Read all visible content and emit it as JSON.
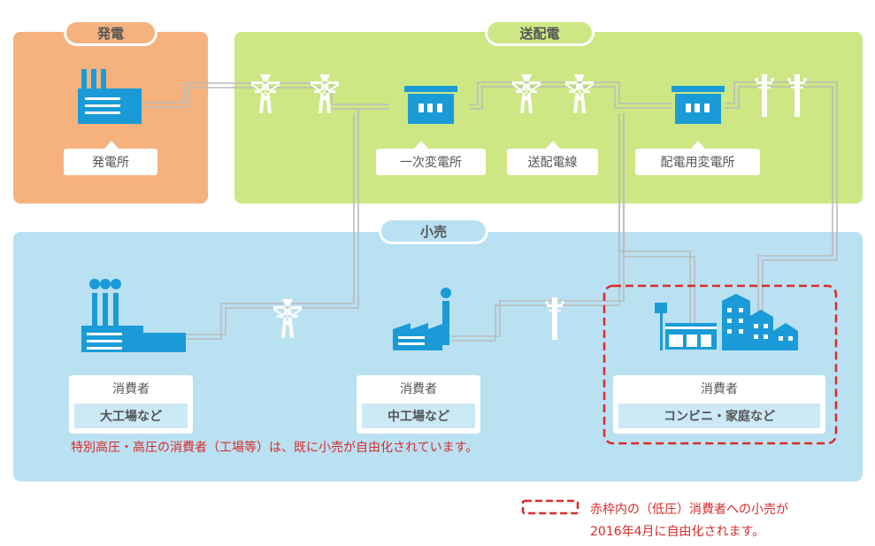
{
  "sections": {
    "generation": "発電",
    "transmission": "送配電",
    "retail": "小売"
  },
  "facilities": {
    "power_plant": "発電所",
    "primary_substation": "一次変電所",
    "transmission_line": "送配電線",
    "distribution_substation": "配電用変電所"
  },
  "consumers": [
    {
      "label": "消費者",
      "type": "大工場など"
    },
    {
      "label": "消費者",
      "type": "中工場など"
    },
    {
      "label": "消費者",
      "type": "コンビニ・家庭など"
    }
  ],
  "notes": {
    "liberalized": "特別高圧・高圧の消費者（工場等）は、既に小売が自由化されています。",
    "legend_line1": "赤枠内の（低圧）消費者への小売が",
    "legend_line2": "2016年4月に自由化されます。"
  },
  "colors": {
    "generation_bg": "#f5b27f",
    "transmission_bg": "#cde784",
    "retail_bg": "#b9e1f2",
    "icon_blue": "#1a9bd7",
    "highlight_red": "#d92b2b"
  }
}
